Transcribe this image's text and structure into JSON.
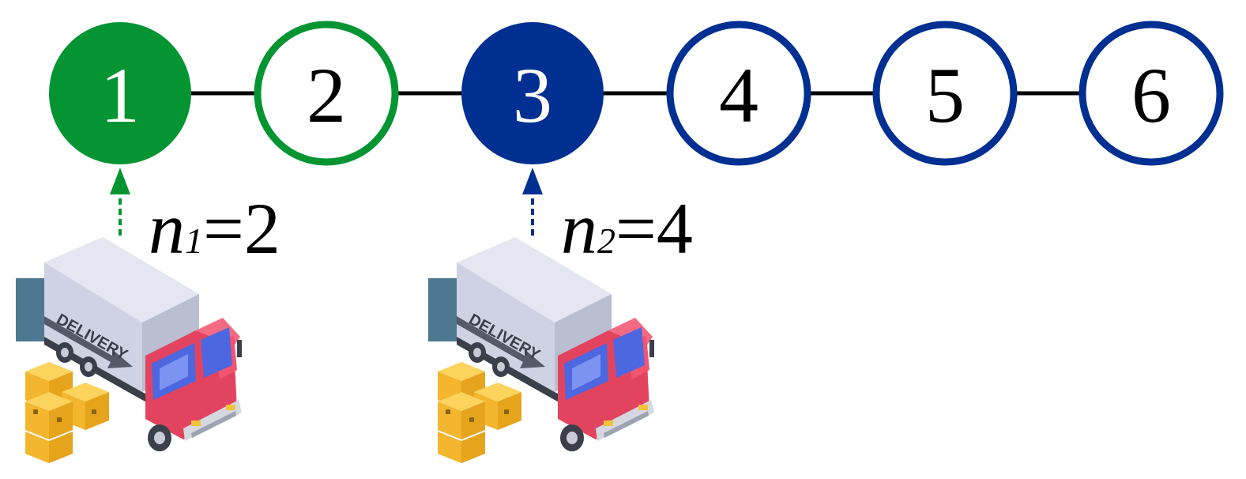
{
  "diagram": {
    "nodes": [
      {
        "label": "1",
        "style": "filled",
        "color": "#049532"
      },
      {
        "label": "2",
        "style": "outline",
        "color": "#049532"
      },
      {
        "label": "3",
        "style": "filled",
        "color": "#002f92"
      },
      {
        "label": "4",
        "style": "outline",
        "color": "#002f92"
      },
      {
        "label": "5",
        "style": "outline",
        "color": "#002f92"
      },
      {
        "label": "6",
        "style": "outline",
        "color": "#002f92"
      }
    ],
    "edge_color": "#000000",
    "vehicles": [
      {
        "target_node": "1",
        "arrow_color": "#049532",
        "equation": {
          "var": "n",
          "sub": "1",
          "rest": "=2"
        },
        "truck_text": "DELIVERY"
      },
      {
        "target_node": "3",
        "arrow_color": "#002f92",
        "equation": {
          "var": "n",
          "sub": "2",
          "rest": "=4"
        },
        "truck_text": "DELIVERY"
      }
    ]
  }
}
